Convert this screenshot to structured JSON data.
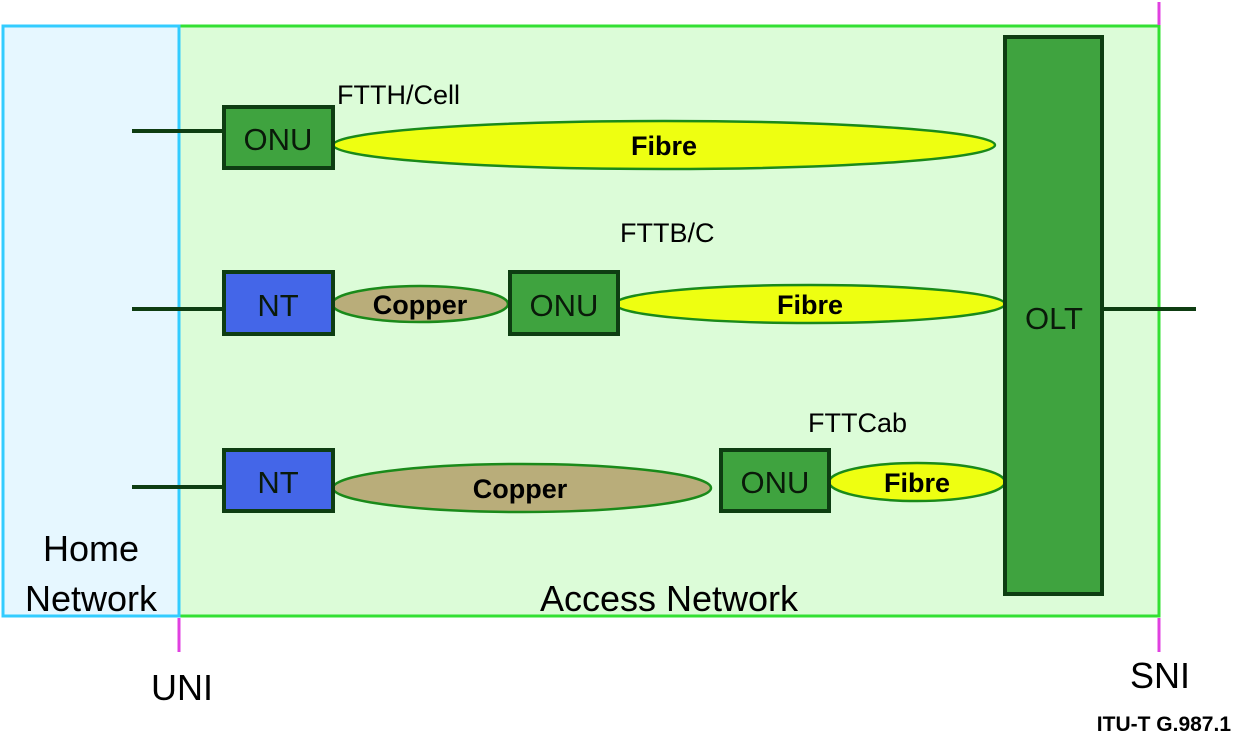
{
  "zones": {
    "home_network": {
      "label_line1": "Home",
      "label_line2": "Network"
    },
    "access_network": {
      "label": "Access Network"
    }
  },
  "interfaces": {
    "uni": "UNI",
    "sni": "SNI"
  },
  "rows": [
    {
      "label": "FTTH/Cell",
      "onu": "ONU",
      "fibre": "Fibre"
    },
    {
      "label": "FTTB/C",
      "nt": "NT",
      "copper": "Copper",
      "onu": "ONU",
      "fibre": "Fibre"
    },
    {
      "label": "FTTCab",
      "nt": "NT",
      "copper": "Copper",
      "onu": "ONU",
      "fibre": "Fibre"
    }
  ],
  "olt": {
    "label": "OLT"
  },
  "footer": {
    "reference": "ITU-T G.987.1"
  },
  "colors": {
    "home_fill": "#e6f7ff",
    "home_border": "#33ccff",
    "access_fill": "#dcfcd8",
    "access_border": "#33e033",
    "box_green": "#3fa33f",
    "box_blue": "#4466e8",
    "fibre_yellow": "#eeff11",
    "copper_tan": "#b9ad7a",
    "line_dark": "#0e3d12",
    "magenta": "#e040e0"
  }
}
